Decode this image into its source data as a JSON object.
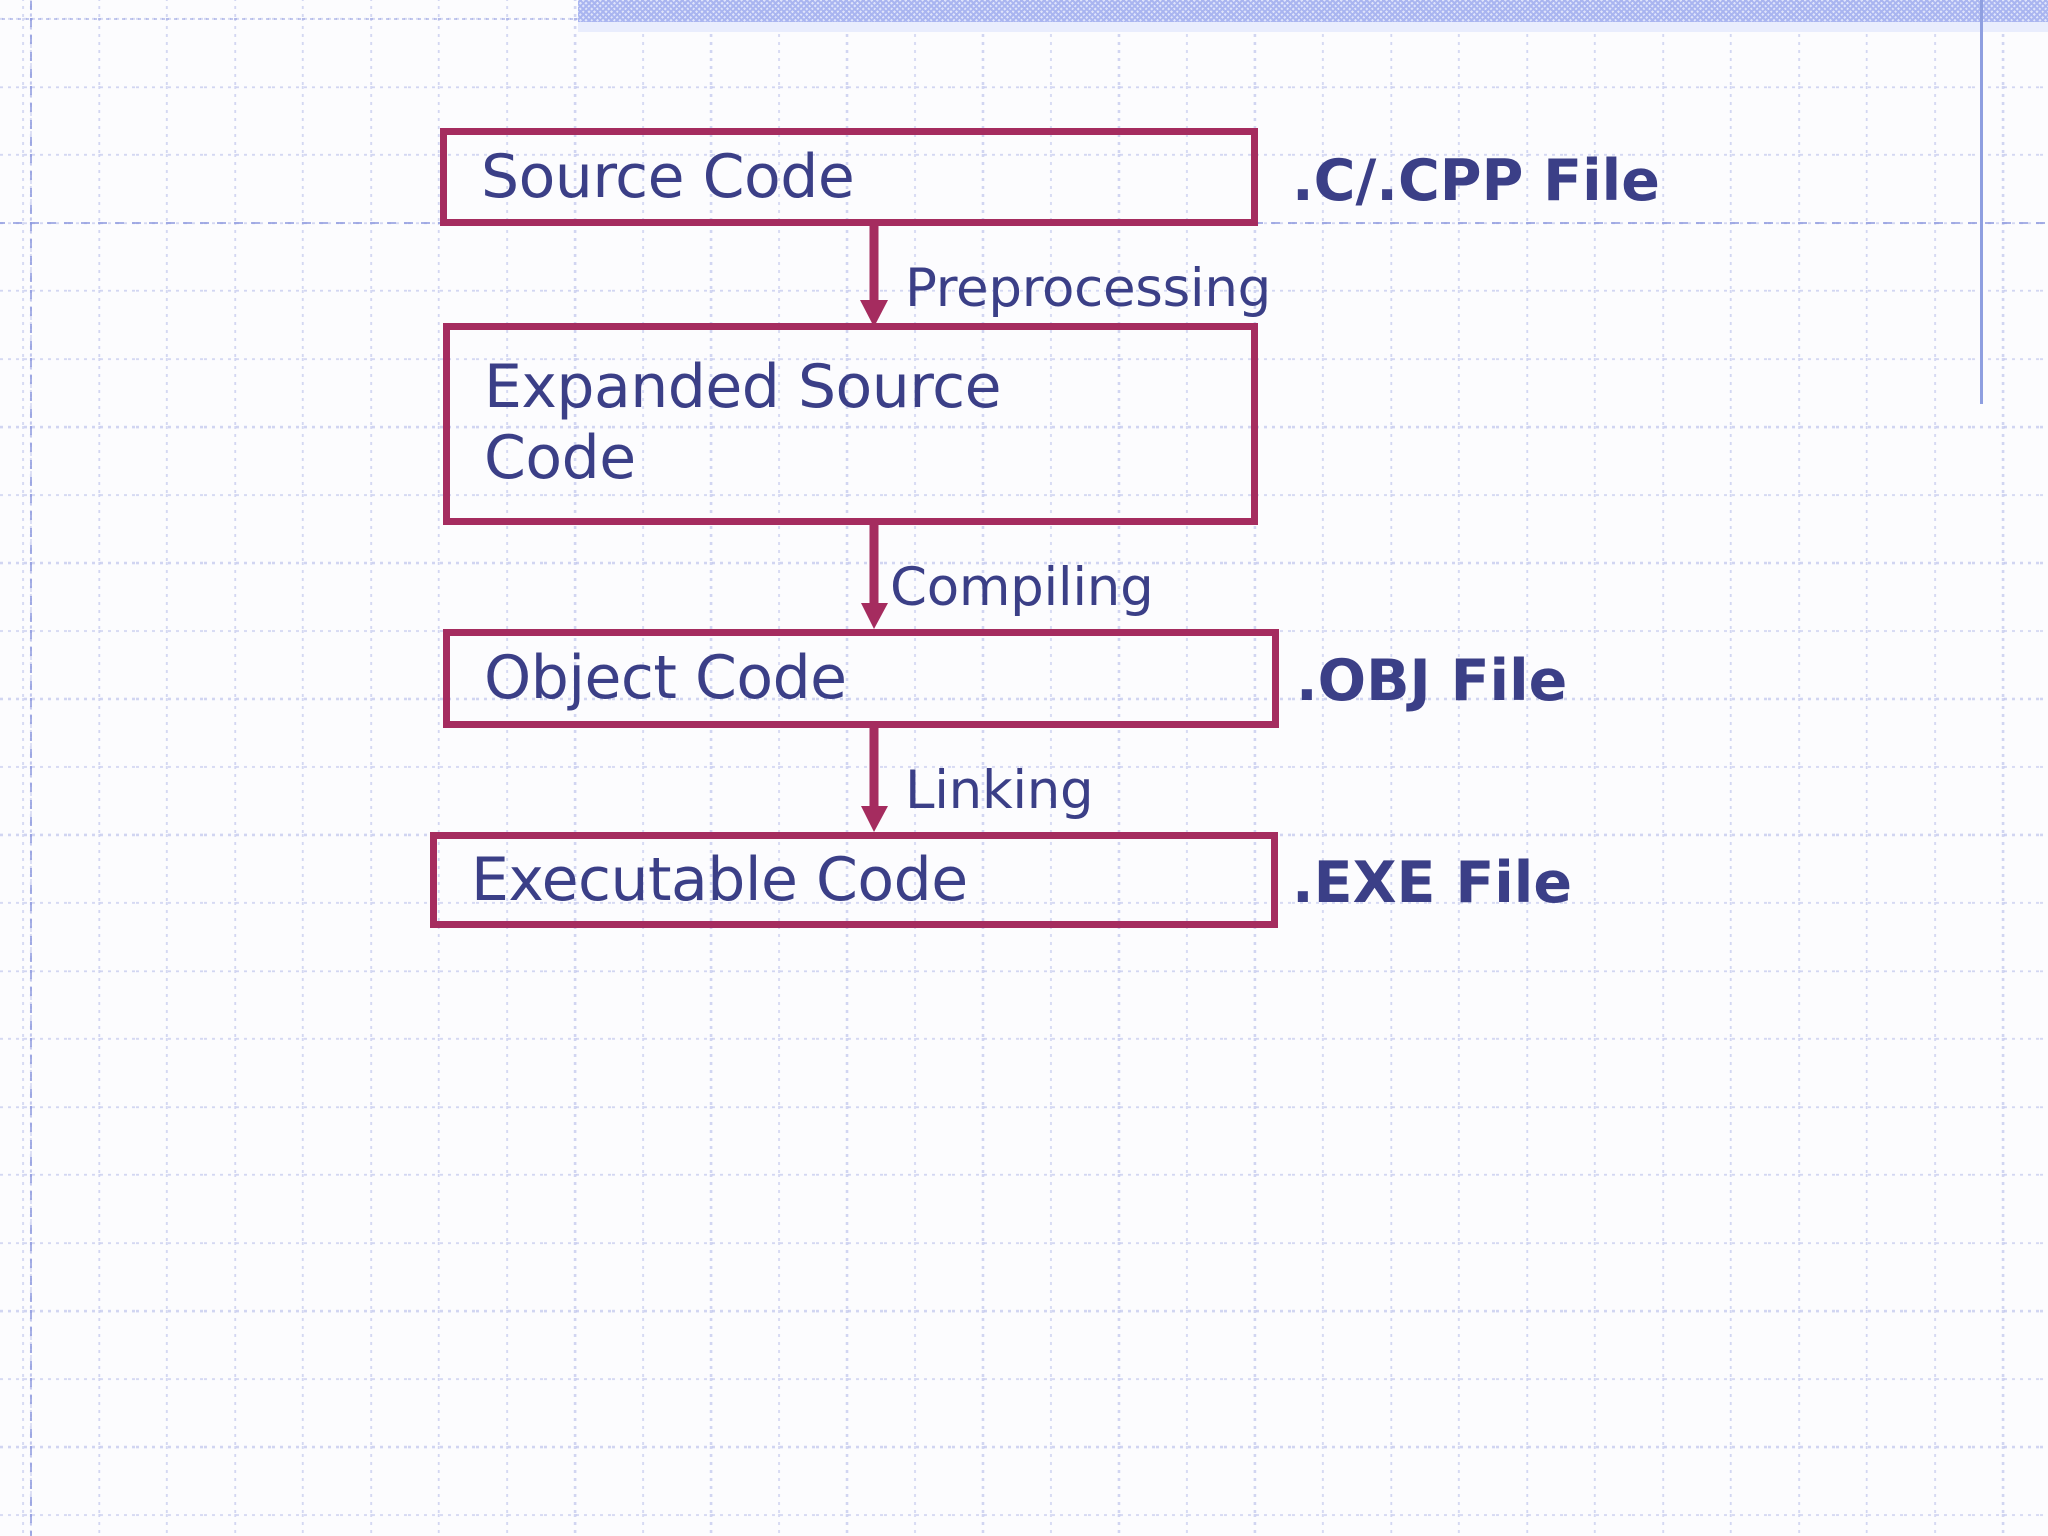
{
  "diagram": {
    "title": "C/C++ compilation process flowchart",
    "accent_border_color": "#a52c5f",
    "text_color": "#3b3f87",
    "grid_color": "#96a0e1",
    "background_color": "#fcfcfe",
    "nodes": [
      {
        "id": "source",
        "label": "Source Code",
        "file_label": ".C/.CPP File"
      },
      {
        "id": "expanded",
        "label_line1": "Expanded Source",
        "label_line2": "Code",
        "file_label": ""
      },
      {
        "id": "object",
        "label": "Object Code",
        "file_label": ".OBJ File"
      },
      {
        "id": "executable",
        "label": "Executable Code",
        "file_label": ".EXE File"
      }
    ],
    "edges": [
      {
        "id": "preprocessing",
        "label": "Preprocessing",
        "from": "source",
        "to": "expanded"
      },
      {
        "id": "compiling",
        "label": "Compiling",
        "from": "expanded",
        "to": "object"
      },
      {
        "id": "linking",
        "label": "Linking",
        "from": "object",
        "to": "executable"
      }
    ]
  }
}
